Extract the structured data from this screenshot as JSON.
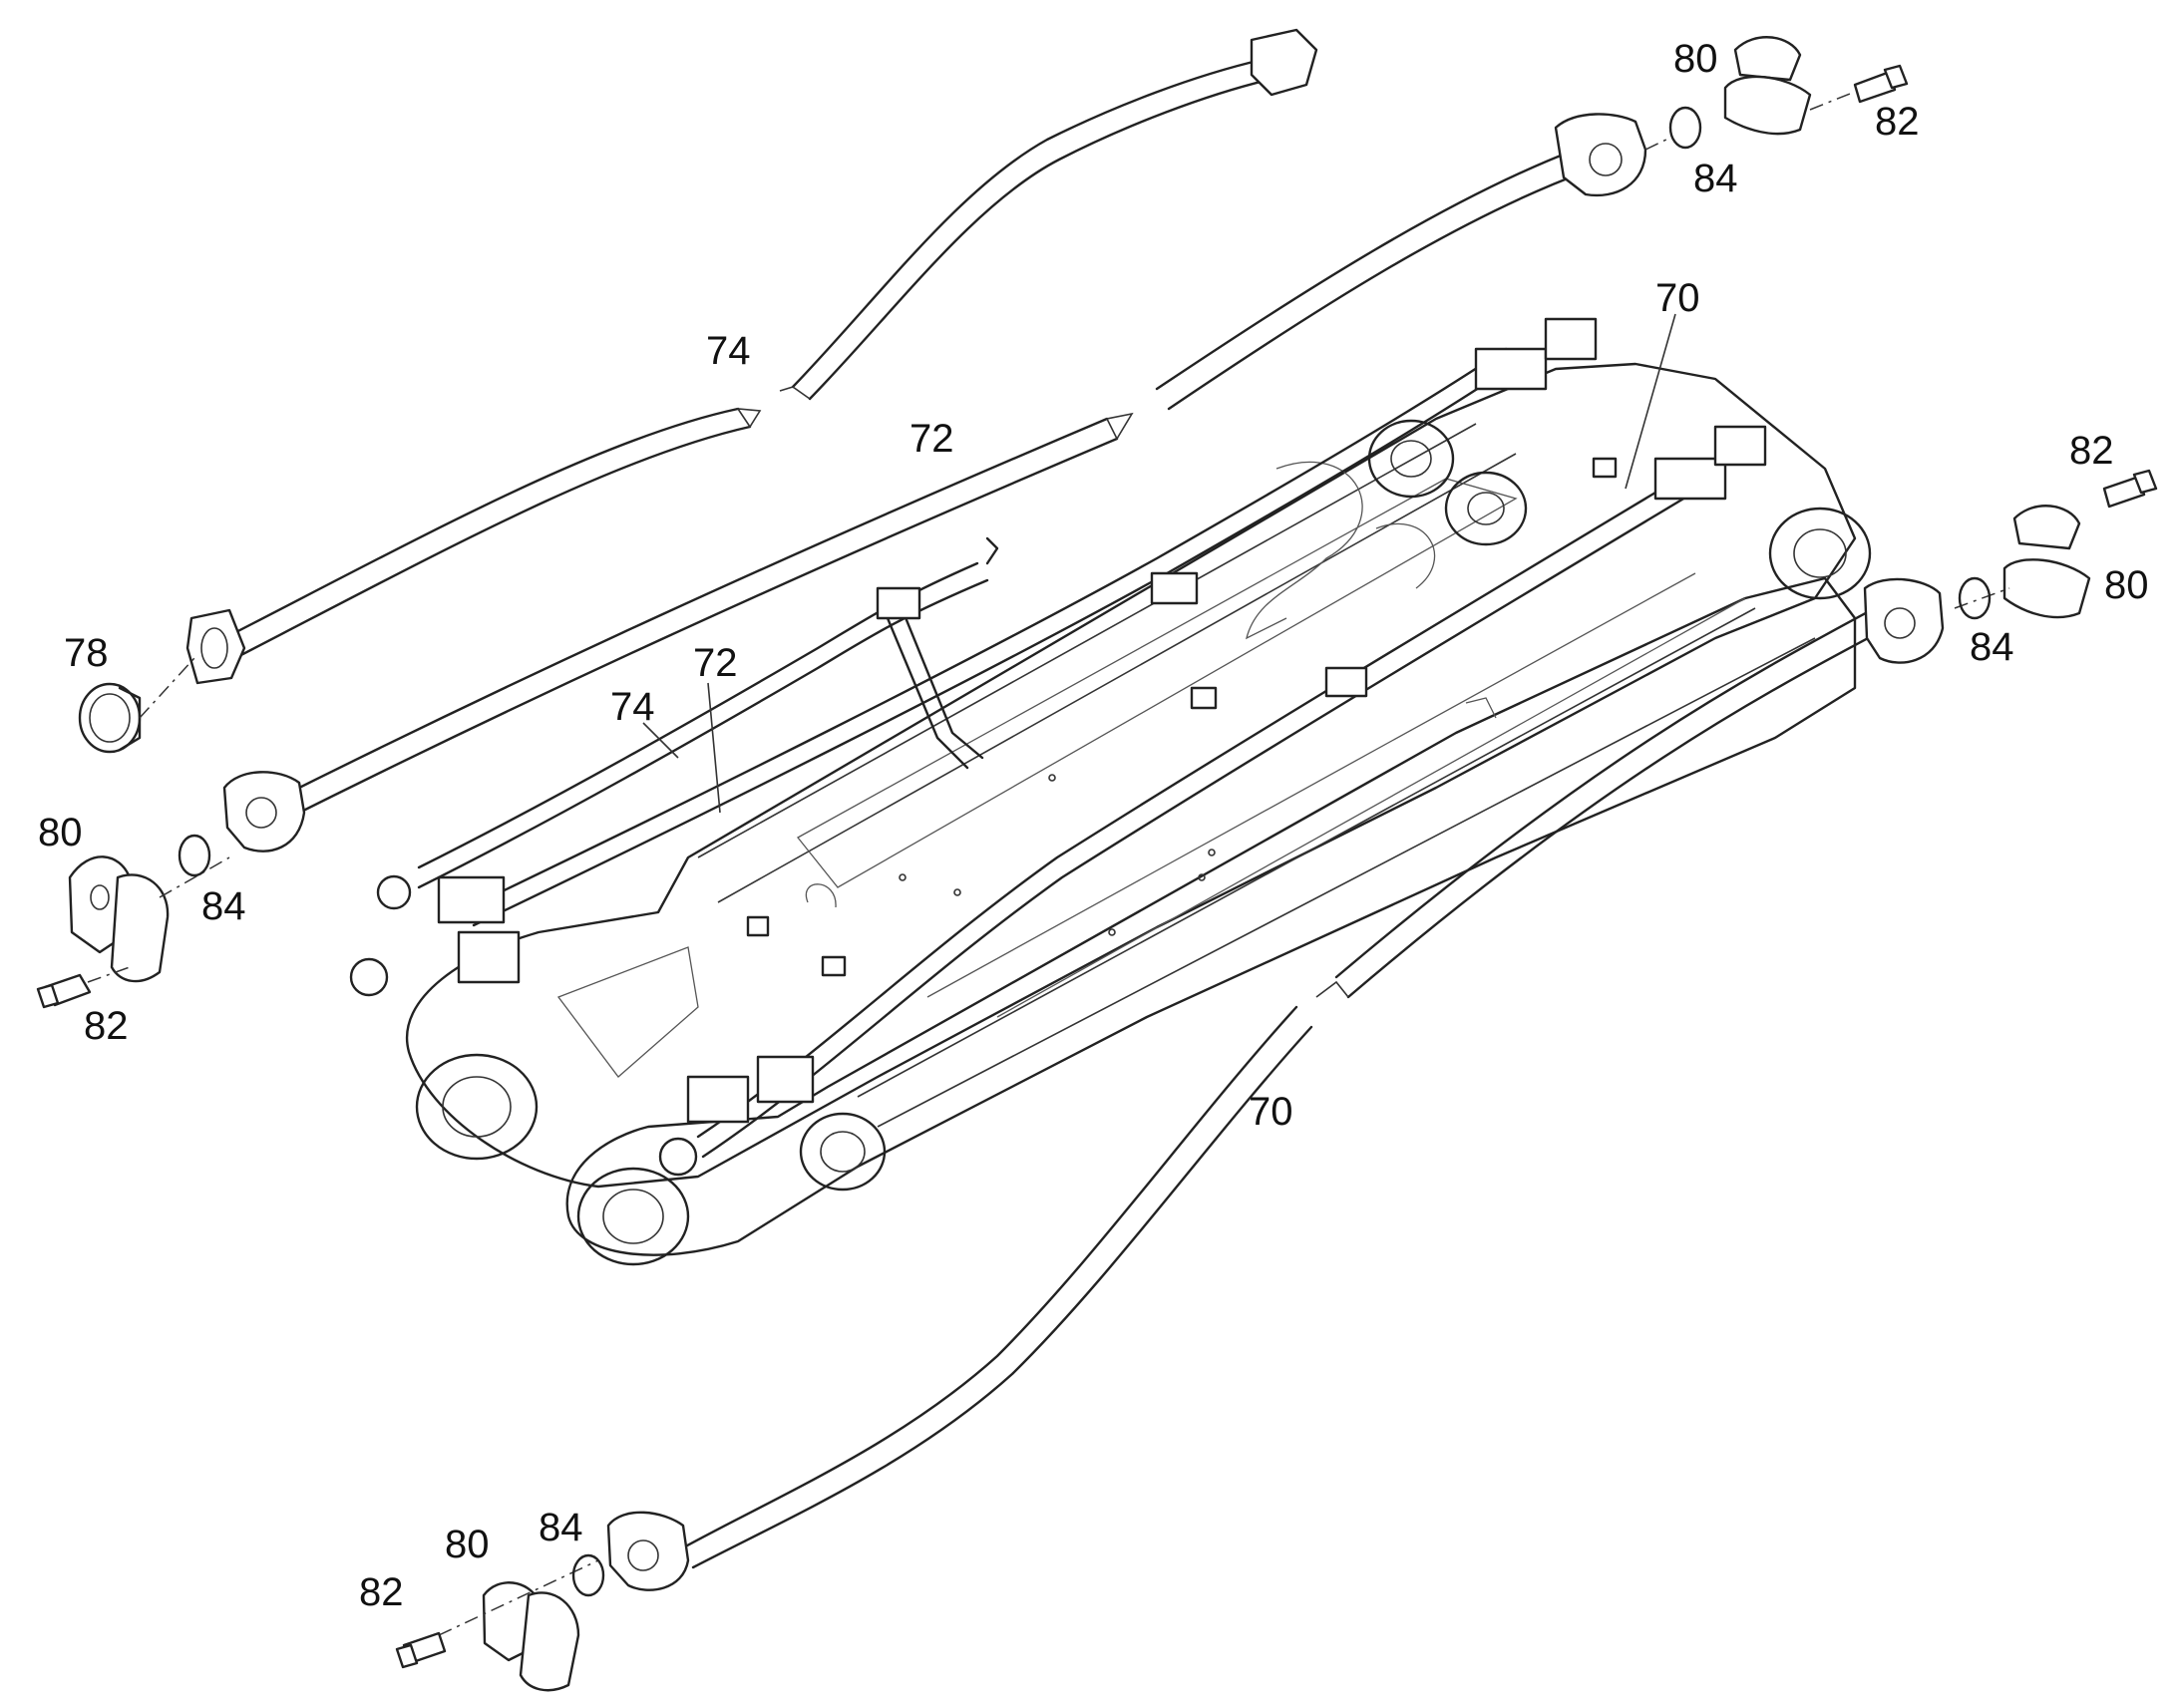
{
  "diagram": {
    "colors": {
      "line": "#222222",
      "background": "#ffffff"
    },
    "callouts": [
      {
        "id": "c74a",
        "text": "74"
      },
      {
        "id": "c72a",
        "text": "72"
      },
      {
        "id": "c74b",
        "text": "74"
      },
      {
        "id": "c72b",
        "text": "72"
      },
      {
        "id": "c70a",
        "text": "70"
      },
      {
        "id": "c70b",
        "text": "70"
      },
      {
        "id": "c78",
        "text": "78"
      },
      {
        "id": "c80a",
        "text": "80"
      },
      {
        "id": "c84a",
        "text": "84"
      },
      {
        "id": "c82a",
        "text": "82"
      },
      {
        "id": "c80b",
        "text": "80"
      },
      {
        "id": "c84b",
        "text": "84"
      },
      {
        "id": "c82b",
        "text": "82"
      },
      {
        "id": "c82c",
        "text": "82"
      },
      {
        "id": "c80c",
        "text": "80"
      },
      {
        "id": "c84c",
        "text": "84"
      },
      {
        "id": "c84d",
        "text": "84"
      },
      {
        "id": "c80d",
        "text": "80"
      },
      {
        "id": "c82d",
        "text": "82"
      }
    ]
  }
}
